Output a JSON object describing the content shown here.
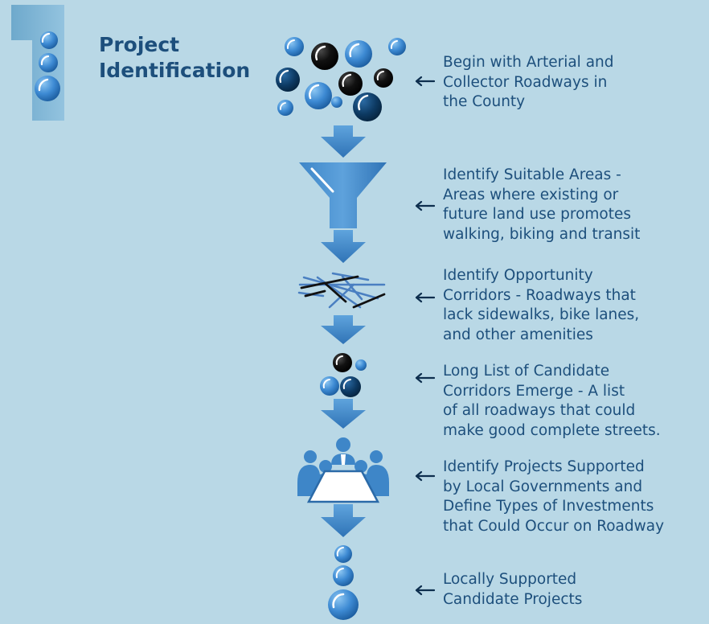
{
  "step_number": "1",
  "title": {
    "line1": "Project",
    "line2": "Identification"
  },
  "steps": [
    {
      "lines": [
        "Begin with Arterial and",
        "Collector Roadways in",
        "the County"
      ],
      "icon": "roadway-bubbles-icon"
    },
    {
      "lines": [
        "Identify Suitable Areas -",
        "Areas where existing or",
        "future land use promotes",
        "walking, biking and transit"
      ],
      "icon": "funnel-icon"
    },
    {
      "lines": [
        "Identify Opportunity",
        "Corridors - Roadways that",
        "lack sidewalks, bike lanes,",
        "and other amenities"
      ],
      "icon": "road-network-icon"
    },
    {
      "lines": [
        "Long List of Candidate",
        "Corridors Emerge - A list",
        "of all roadways that could",
        "make good complete streets."
      ],
      "icon": "candidate-bubbles-icon"
    },
    {
      "lines": [
        "Identify Projects Supported",
        "by Local Governments and",
        "Define Types of Investments",
        "that Could Occur on Roadway"
      ],
      "icon": "meeting-icon"
    },
    {
      "lines": [
        "Locally  Supported",
        "Candidate  Projects"
      ],
      "icon": "project-bubbles-icon"
    }
  ],
  "colors": {
    "background": "#b9d8e6",
    "text": "#1d4f7c",
    "bubble_light": "#3f8fd6",
    "bubble_dark": "#0d3a63",
    "bubble_black": "#0a0a0a",
    "arrow": "#3e86c8",
    "numeral": "#7fb5d4"
  }
}
